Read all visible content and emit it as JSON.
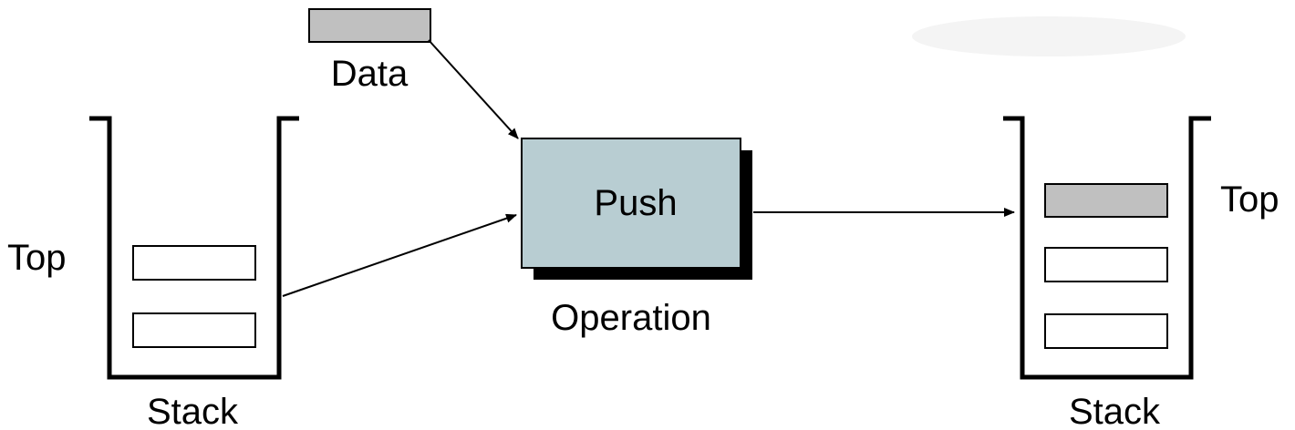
{
  "labels": {
    "data": "Data",
    "push": "Push",
    "operation": "Operation",
    "left_top": "Top",
    "left_stack": "Stack",
    "right_top": "Top",
    "right_stack": "Stack"
  },
  "colors": {
    "stroke": "#000000",
    "data_fill": "#c0c0c0",
    "operation_fill": "#b8cdd2",
    "operation_shadow": "#000000",
    "element_fill": "#ffffff",
    "background": "#ffffff"
  }
}
